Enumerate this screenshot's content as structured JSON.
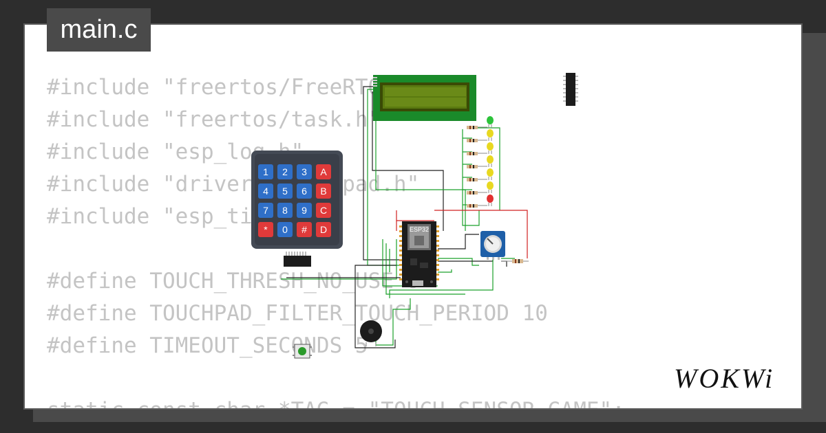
{
  "file_tab": {
    "label": "main.c"
  },
  "code_lines": [
    "#include \"freertos/FreeRTOS.h\"",
    "#include \"freertos/task.h\"",
    "#include \"esp_log.h\"",
    "#include \"driver/touch_pad.h\"",
    "#include \"esp_timer.h\"",
    "",
    "#define TOUCH_THRESH_NO_USE 0",
    "#define TOUCHPAD_FILTER_TOUCH_PERIOD 10",
    "#define TIMEOUT_SECONDS 5",
    "",
    "static const char *TAG = \"TOUCH_SENSOR_GAME\";"
  ],
  "keypad": {
    "keys": [
      "1",
      "2",
      "3",
      "A",
      "4",
      "5",
      "6",
      "B",
      "7",
      "8",
      "9",
      "C",
      "*",
      "0",
      "#",
      "D"
    ]
  },
  "board": {
    "label": "ESP32"
  },
  "logo": {
    "text": "WOKWi"
  },
  "colors": {
    "background": "#2d2d2d",
    "card": "#ffffff",
    "tab": "#4a4a4a",
    "code_text": "#c4c4c4",
    "key_blue": "#2f6fc8",
    "key_red": "#e03a3a",
    "lcd_green": "#1a8a2a",
    "lcd_screen": "#5a7a10",
    "wire_green": "#1aa02a",
    "wire_red": "#d02020",
    "wire_black": "#222222",
    "pot_blue": "#1e5fa8"
  }
}
